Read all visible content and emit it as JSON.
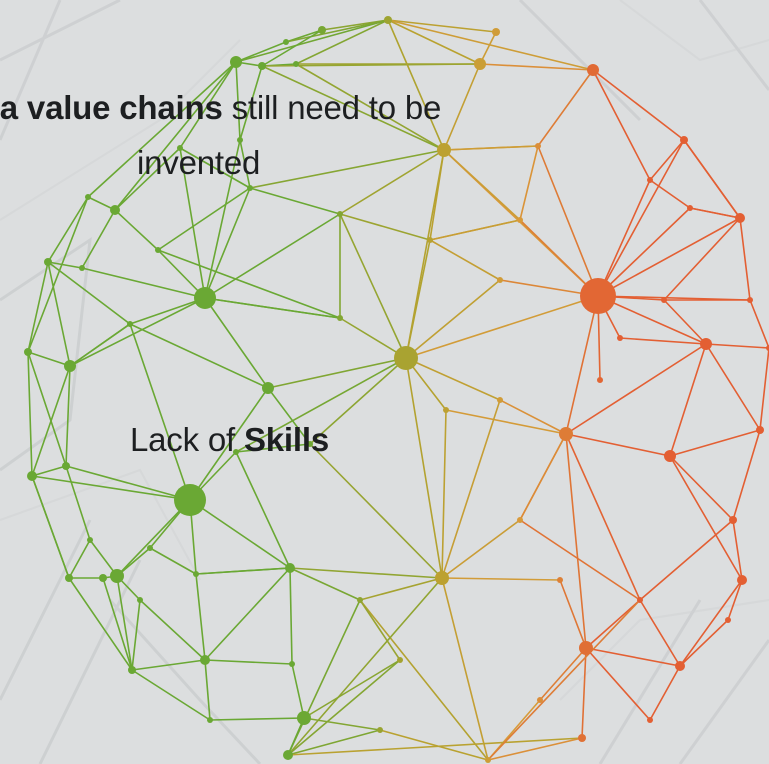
{
  "captions": {
    "line1_bold": "ta value chains",
    "line1_rest": " still need to be",
    "line2": "invented",
    "line3_regular": "Lack of ",
    "line3_bold": "Skills"
  },
  "network": {
    "colors": {
      "green": "#6aa834",
      "olive": "#b7a230",
      "amber": "#d99a3a",
      "orange": "#e35f33"
    }
  }
}
